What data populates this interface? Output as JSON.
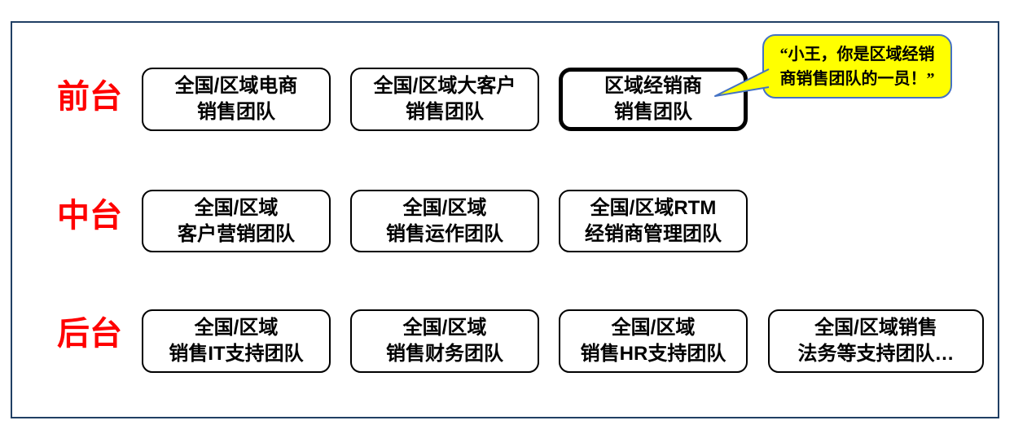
{
  "diagram": {
    "description": "Sales organization front/middle/back office team diagram",
    "rows": [
      {
        "label": "前台",
        "boxes": [
          {
            "line1": "全国/区域电商",
            "line2": "销售团队",
            "emphasized": false
          },
          {
            "line1": "全国/区域大客户",
            "line2": "销售团队",
            "emphasized": false
          },
          {
            "line1": "区域经销商",
            "line2": "销售团队",
            "emphasized": true
          }
        ]
      },
      {
        "label": "中台",
        "boxes": [
          {
            "line1": "全国/区域",
            "line2": "客户营销团队",
            "emphasized": false
          },
          {
            "line1": "全国/区域",
            "line2": "销售运作团队",
            "emphasized": false
          },
          {
            "line1": "全国/区域RTM",
            "line2": "经销商管理团队",
            "emphasized": false
          }
        ]
      },
      {
        "label": "后台",
        "boxes": [
          {
            "line1": "全国/区域",
            "line2": "销售IT支持团队",
            "emphasized": false
          },
          {
            "line1": "全国/区域",
            "line2": "销售财务团队",
            "emphasized": false
          },
          {
            "line1": "全国/区域",
            "line2": "销售HR支持团队",
            "emphasized": false
          },
          {
            "line1": "全国/区域销售",
            "line2": "法务等支持团队…",
            "emphasized": false
          }
        ]
      }
    ],
    "callout": {
      "line1": "“小王，你是区域经销",
      "line2": "商销售团队的一员！”",
      "full_text": "“小王，你是区域经销商销售团队的一员！”"
    },
    "colors": {
      "frame_border": "#203F64",
      "row_label": "#FF0000",
      "box_border": "#000000",
      "box_bg": "#FFFFFF",
      "callout_bg": "#FFFF00",
      "callout_border": "#4472C4",
      "text": "#000000"
    }
  }
}
